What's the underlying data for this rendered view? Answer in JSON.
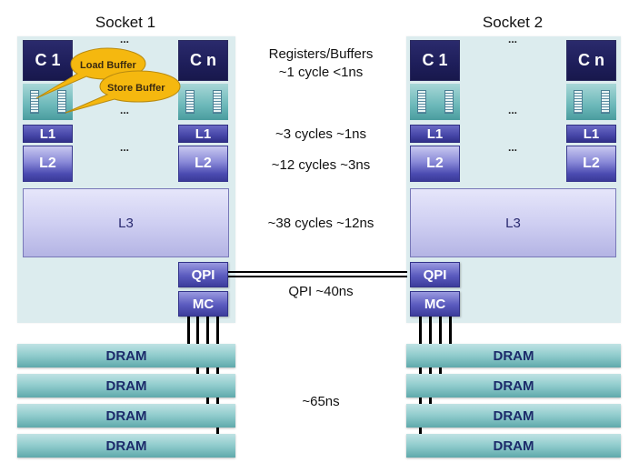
{
  "sockets": [
    {
      "title": "Socket 1",
      "cores": [
        {
          "label": "C 1"
        },
        {
          "label": "C n"
        }
      ],
      "ellipsis": "...",
      "l1_label": "L1",
      "l2_label": "L2",
      "l3_label": "L3",
      "qpi_label": "QPI",
      "mc_label": "MC",
      "dram": [
        "DRAM",
        "DRAM",
        "DRAM",
        "DRAM"
      ]
    },
    {
      "title": "Socket 2",
      "cores": [
        {
          "label": "C 1"
        },
        {
          "label": "C n"
        }
      ],
      "ellipsis": "...",
      "l1_label": "L1",
      "l2_label": "L2",
      "l3_label": "L3",
      "qpi_label": "QPI",
      "mc_label": "MC",
      "dram": [
        "DRAM",
        "DRAM",
        "DRAM",
        "DRAM"
      ]
    }
  ],
  "callouts": {
    "load_buffer": "Load Buffer",
    "store_buffer": "Store Buffer"
  },
  "latencies": {
    "registers_title": "Registers/Buffers",
    "registers": "~1 cycle <1ns",
    "l1": "~3 cycles ~1ns",
    "l2": "~12 cycles ~3ns",
    "l3": "~38 cycles ~12ns",
    "qpi": "QPI ~40ns",
    "dram": "~65ns"
  },
  "colors": {
    "core": "#1e1e5a",
    "cache": "#4646a8",
    "socket_bg": "#dcecee",
    "dram": "#8fcbcc",
    "callout": "#f5b80f"
  }
}
